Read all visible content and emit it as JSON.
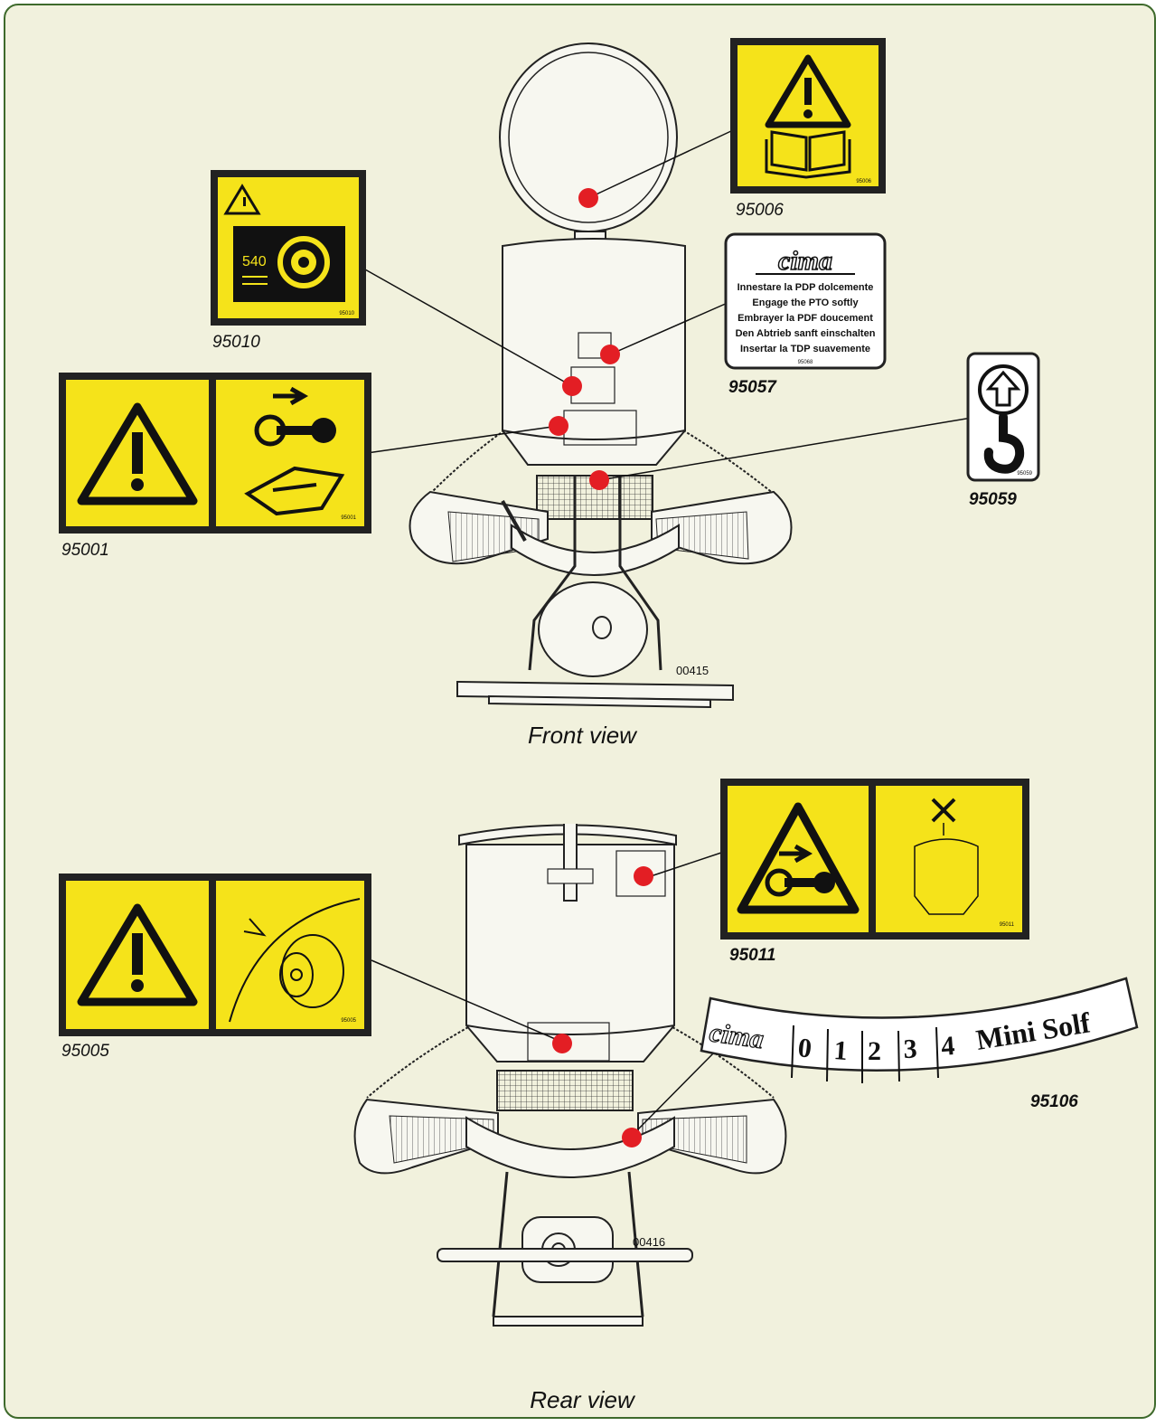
{
  "views": {
    "front_title": "Front view",
    "rear_title": "Rear view",
    "front_drawing_ref": "00415",
    "rear_drawing_ref": "00416"
  },
  "decals": {
    "d95006": {
      "code": "95006",
      "small": "95006"
    },
    "d95010": {
      "code": "95010",
      "small": "95010",
      "speed": "540"
    },
    "d95057": {
      "code": "95057",
      "brand": "cima",
      "lines": [
        "Innestare la PDP dolcemente",
        "Engage the PTO softly",
        "Embrayer la PDF doucement",
        "Den Abtrieb sanft einschalten",
        "Insertar la TDP suavemente"
      ],
      "small": "95068"
    },
    "d95059": {
      "code": "95059",
      "small": "95059"
    },
    "d95001": {
      "code": "95001",
      "small": "95001"
    },
    "d95011": {
      "code": "95011",
      "small": "95011"
    },
    "d95005": {
      "code": "95005",
      "small": "95005"
    },
    "d95106": {
      "code": "95106",
      "brand": "cima",
      "scale": [
        "0",
        "1",
        "2",
        "3",
        "4"
      ],
      "product": "Mini Solf"
    }
  },
  "colors": {
    "background": "#f1f1dd",
    "frame": "#3e6a2c",
    "decal_yellow": "#f5e31a",
    "marker": "#e31e24"
  }
}
